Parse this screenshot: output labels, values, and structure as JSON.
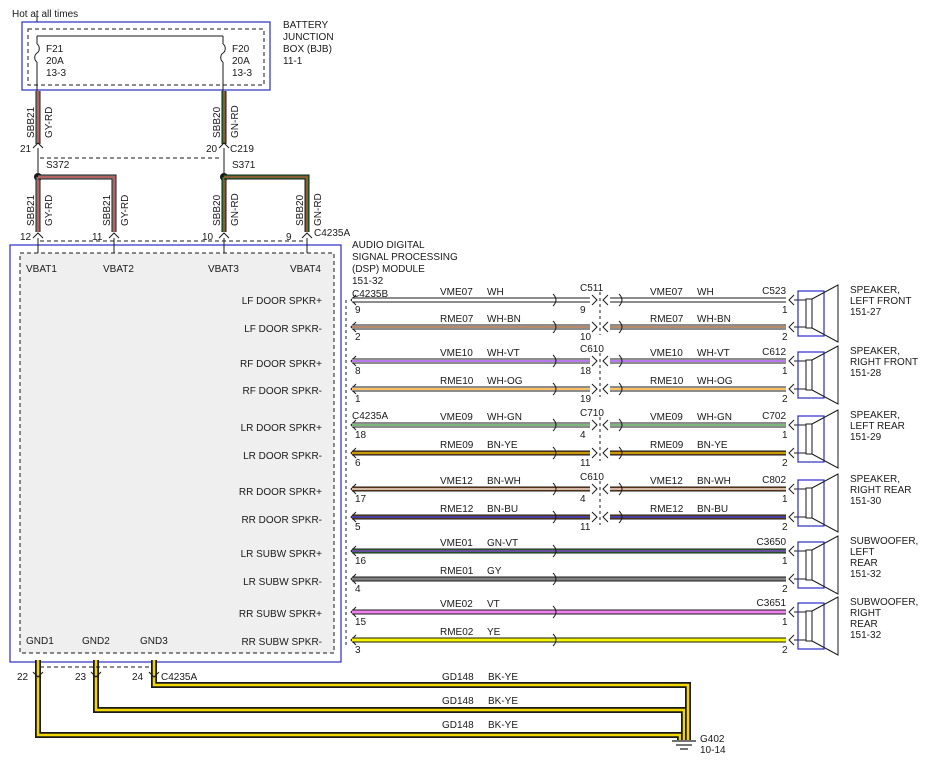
{
  "header": {
    "hot_label": "Hot at all times"
  },
  "bjb": {
    "title_lines": [
      "BATTERY",
      "JUNCTION",
      "BOX (BJB)",
      "11-1"
    ],
    "fuses": [
      {
        "lines": [
          "F21",
          "20A",
          "13-3"
        ]
      },
      {
        "lines": [
          "F20",
          "20A",
          "13-3"
        ]
      }
    ]
  },
  "power": {
    "c219": "C219",
    "s372": "S372",
    "s371": "S371",
    "c4235a_top": "C4235A",
    "upper_wires": [
      {
        "pin": "21",
        "circuit": "SBB21",
        "color": "GY-RD"
      },
      {
        "pin": "20",
        "circuit": "SBB20",
        "color": "GN-RD"
      }
    ],
    "lower_wires": [
      {
        "pin": "12",
        "circuit": "SBB21",
        "color": "GY-RD"
      },
      {
        "pin": "11",
        "circuit": "SBB21",
        "color": "GY-RD"
      },
      {
        "pin": "10",
        "circuit": "SBB20",
        "color": "GN-RD"
      },
      {
        "pin": "9",
        "circuit": "SBB20",
        "color": "GN-RD"
      }
    ]
  },
  "module": {
    "title_lines": [
      "AUDIO DIGITAL",
      "SIGNAL PROCESSING",
      "(DSP) MODULE",
      "151-32"
    ],
    "inputs": [
      "VBAT1",
      "VBAT2",
      "VBAT3",
      "VBAT4"
    ],
    "outputs": [
      "LF DOOR SPKR+",
      "LF DOOR SPKR-",
      "RF DOOR SPKR+",
      "RF DOOR SPKR-",
      "LR DOOR SPKR+",
      "LR DOOR SPKR-",
      "RR DOOR SPKR+",
      "RR DOOR SPKR-",
      "LR SUBW SPKR+",
      "LR SUBW SPKR-",
      "RR SUBW SPKR+",
      "RR SUBW SPKR-"
    ],
    "grounds": [
      "GND1",
      "GND2",
      "GND3"
    ]
  },
  "connectors": {
    "c4235b": "C4235B",
    "c4235a": "C4235A"
  },
  "speaker_circuits": [
    {
      "module_pin": "9",
      "circuit": "VME07",
      "color": "WH",
      "inline_conn": "C511",
      "inline_pin": "9",
      "far_circuit": "VME07",
      "far_color": "WH",
      "speaker_conn": "C523",
      "speaker_pin": "1",
      "wire_colors": [
        "#ffffff",
        "#ffffff"
      ]
    },
    {
      "module_pin": "2",
      "circuit": "RME07",
      "color": "WH-BN",
      "inline_pin": "10",
      "far_circuit": "RME07",
      "far_color": "WH-BN",
      "speaker_pin": "2",
      "wire_colors": [
        "#ffffff",
        "#8b4513"
      ]
    },
    {
      "module_pin": "8",
      "circuit": "VME10",
      "color": "WH-VT",
      "inline_conn": "C610",
      "inline_pin": "18",
      "far_circuit": "VME10",
      "far_color": "WH-VT",
      "speaker_conn": "C612",
      "speaker_pin": "1",
      "wire_colors": [
        "#ffffff",
        "#8a2be2"
      ]
    },
    {
      "module_pin": "1",
      "circuit": "RME10",
      "color": "WH-OG",
      "inline_pin": "19",
      "far_circuit": "RME10",
      "far_color": "WH-OG",
      "speaker_pin": "2",
      "wire_colors": [
        "#ffffff",
        "#ff9900"
      ]
    },
    {
      "module_pin": "18",
      "circuit": "VME09",
      "color": "WH-GN",
      "inline_conn": "C710",
      "inline_pin": "4",
      "far_circuit": "VME09",
      "far_color": "WH-GN",
      "speaker_conn": "C702",
      "speaker_pin": "1",
      "wire_colors": [
        "#ffffff",
        "#2e8b2e"
      ]
    },
    {
      "module_pin": "6",
      "circuit": "RME09",
      "color": "BN-YE",
      "inline_pin": "11",
      "far_circuit": "RME09",
      "far_color": "BN-YE",
      "speaker_pin": "2",
      "wire_colors": [
        "#8b4513",
        "#e8d000"
      ]
    },
    {
      "module_pin": "17",
      "circuit": "VME12",
      "color": "BN-WH",
      "inline_conn": "C610",
      "inline_pin": "4",
      "far_circuit": "VME12",
      "far_color": "BN-WH",
      "speaker_conn": "C802",
      "speaker_pin": "1",
      "wire_colors": [
        "#8b4513",
        "#ffffff"
      ]
    },
    {
      "module_pin": "5",
      "circuit": "RME12",
      "color": "BN-BU",
      "inline_pin": "11",
      "far_circuit": "RME12",
      "far_color": "BN-BU",
      "speaker_pin": "2",
      "wire_colors": [
        "#8b4513",
        "#1e3cff"
      ]
    },
    {
      "module_pin": "16",
      "circuit": "VME01",
      "color": "GN-VT",
      "speaker_conn": "C3650",
      "speaker_pin": "1",
      "wire_colors": [
        "#2e8b2e",
        "#8a2be2"
      ]
    },
    {
      "module_pin": "4",
      "circuit": "RME01",
      "color": "GY",
      "speaker_pin": "2",
      "wire_colors": [
        "#808080",
        "#808080"
      ]
    },
    {
      "module_pin": "15",
      "circuit": "VME02",
      "color": "VT",
      "speaker_conn": "C3651",
      "speaker_pin": "1",
      "wire_colors": [
        "#ee82ee",
        "#ee82ee"
      ]
    },
    {
      "module_pin": "3",
      "circuit": "RME02",
      "color": "YE",
      "speaker_pin": "2",
      "wire_colors": [
        "#f5f500",
        "#f5f500"
      ]
    }
  ],
  "speakers": [
    {
      "lines": [
        "SPEAKER,",
        "LEFT FRONT",
        "151-27"
      ]
    },
    {
      "lines": [
        "SPEAKER,",
        "RIGHT FRONT",
        "151-28"
      ]
    },
    {
      "lines": [
        "SPEAKER,",
        "LEFT REAR",
        "151-29"
      ]
    },
    {
      "lines": [
        "SPEAKER,",
        "RIGHT REAR",
        "151-30"
      ]
    },
    {
      "lines": [
        "SUBWOOFER,",
        "LEFT",
        "REAR",
        "151-32"
      ]
    },
    {
      "lines": [
        "SUBWOOFER,",
        "RIGHT",
        "REAR",
        "151-32"
      ]
    }
  ],
  "grounds": {
    "pins": [
      "22",
      "23",
      "24"
    ],
    "connector": "C4235A",
    "wires": [
      {
        "circuit": "GD148",
        "color": "BK-YE"
      },
      {
        "circuit": "GD148",
        "color": "BK-YE"
      },
      {
        "circuit": "GD148",
        "color": "BK-YE"
      }
    ],
    "ground_point": [
      "G402",
      "10-14"
    ]
  },
  "colors": {
    "outline_blue": "#2b2bc9",
    "module_fill": "#efefef",
    "line": "#1a1a1a"
  }
}
